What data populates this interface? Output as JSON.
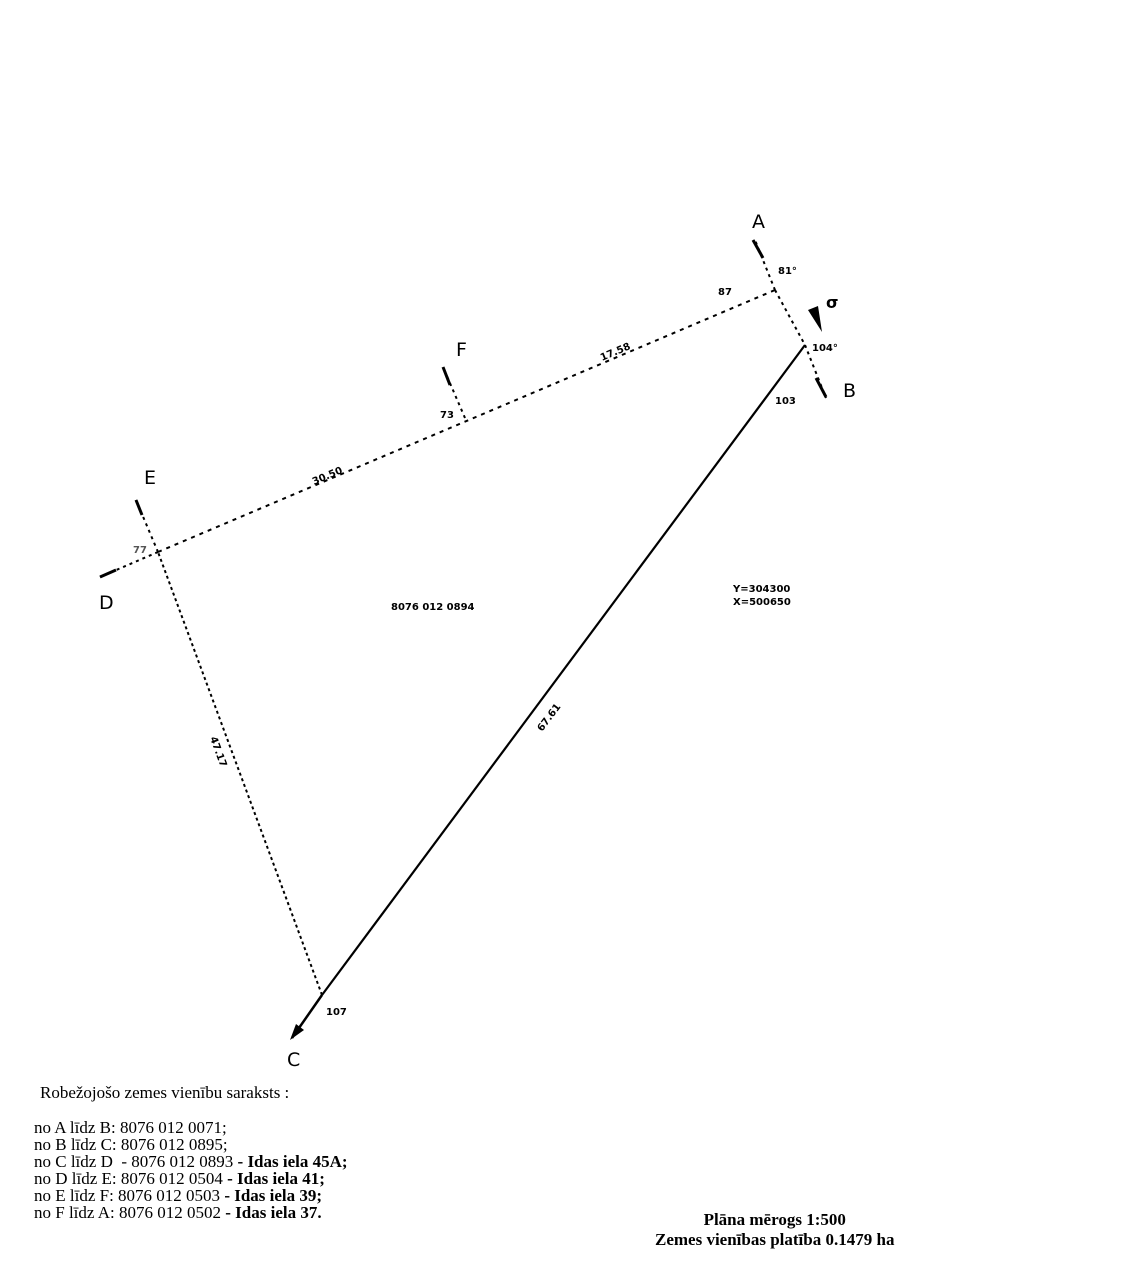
{
  "points": {
    "A": "A",
    "B": "B",
    "C": "C",
    "D": "D",
    "E": "E",
    "F": "F"
  },
  "angles": {
    "A_outer": "81°",
    "A_inner": "87",
    "B_outer": "104°",
    "B_inner": "103",
    "C": "107",
    "F": "73",
    "E": "77"
  },
  "edge_lengths": {
    "AF": "17.58",
    "FE": "30.50",
    "BC": "67.61",
    "CE": "47.17"
  },
  "parcel_id": "8076 012 0894",
  "coordinates": {
    "y": "Y=304300",
    "x": "X=500650"
  },
  "north_arrow": "σ",
  "neighbors": {
    "title": "Robežojošo zemes vienību saraksts :",
    "rows": [
      {
        "prefix": "no A līdz B: 8076 012 0071;",
        "suffix": ""
      },
      {
        "prefix": "no B līdz C: 8076 012 0895;",
        "suffix": ""
      },
      {
        "prefix": "no C līdz D  - 8076 012 0893",
        "suffix": " - Idas iela 45A;"
      },
      {
        "prefix": "no D līdz E: 8076 012 0504",
        "suffix": " - Idas iela 41;"
      },
      {
        "prefix": "no E līdz F: 8076 012 0503",
        "suffix": " - Idas iela 39;"
      },
      {
        "prefix": "no F līdz A: 8076 012 0502",
        "suffix": " - Idas iela 37."
      }
    ]
  },
  "scale": "Plāna mērogs 1:500",
  "area": "Zemes vienības platība 0.1479 ha"
}
